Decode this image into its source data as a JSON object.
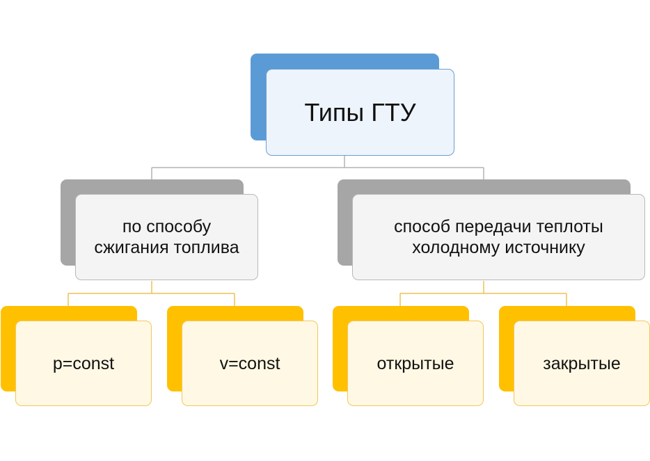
{
  "diagram": {
    "root": {
      "label": "Типы ГТУ"
    },
    "branches": [
      {
        "label": "по способу сжигания топлива",
        "children": [
          {
            "label": "p=const"
          },
          {
            "label": "v=const"
          }
        ]
      },
      {
        "label": "способ передачи теплоты холодному источнику",
        "children": [
          {
            "label": "открытые"
          },
          {
            "label": "закрытые"
          }
        ]
      }
    ]
  },
  "colors": {
    "root_accent": "#5b9bd5",
    "root_fill": "#eef4fc",
    "branch_accent": "#a6a6a6",
    "branch_fill": "#f4f4f4",
    "leaf_accent": "#ffc000",
    "leaf_fill": "#fff8e4",
    "connector_gray": "#b3b3b3",
    "connector_gold": "#f0c050"
  }
}
